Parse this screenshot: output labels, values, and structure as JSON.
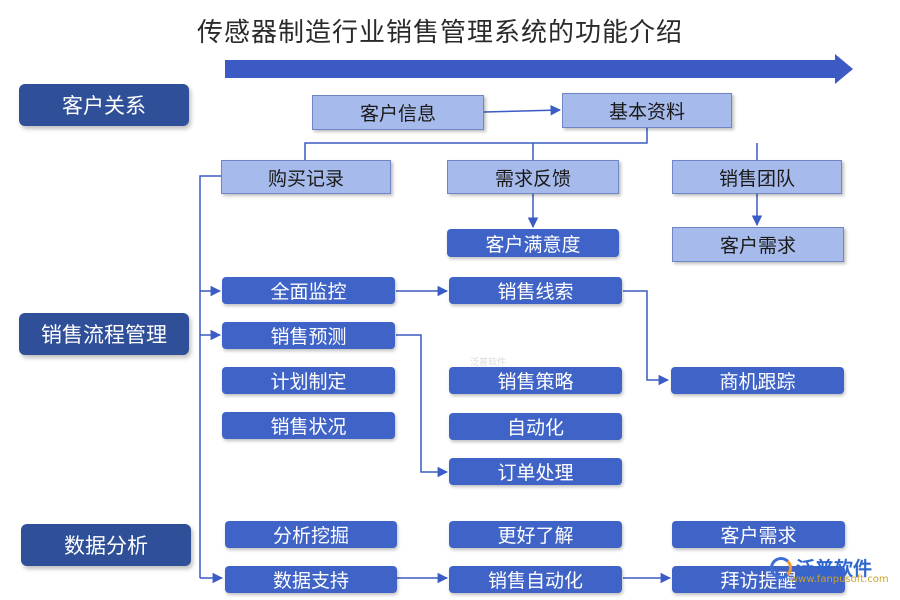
{
  "title": "传感器制造行业销售管理系统的功能介绍",
  "categories": {
    "customer_relations": "客户关系",
    "sales_process": "销售流程管理",
    "data_analysis": "数据分析"
  },
  "customer_section": {
    "customer_info": "客户信息",
    "basic_data": "基本资料",
    "purchase_records": "购买记录",
    "demand_feedback": "需求反馈",
    "sales_team": "销售团队",
    "customer_satisfaction": "客户满意度",
    "customer_demand": "客户需求"
  },
  "process_section": {
    "full_monitoring": "全面监控",
    "sales_leads": "销售线索",
    "sales_forecast": "销售预测",
    "plan_making": "计划制定",
    "sales_strategy": "销售策略",
    "opportunity_tracking": "商机跟踪",
    "sales_status": "销售状况",
    "automation": "自动化",
    "order_processing": "订单处理"
  },
  "analysis_section": {
    "analysis_mining": "分析挖掘",
    "better_understanding": "更好了解",
    "customer_demand": "客户需求",
    "data_support": "数据支持",
    "sales_automation": "销售自动化",
    "visit_reminder": "拜访提醒"
  },
  "watermark": {
    "brand": "泛普软件",
    "url": "www.fanpusoft.com",
    "faint": "泛普软件"
  },
  "colors": {
    "category_fill": "#2f4f98",
    "light_box_fill": "#a6baeb",
    "dark_box_fill": "#3f63c6",
    "connector": "#3a5cc4"
  }
}
